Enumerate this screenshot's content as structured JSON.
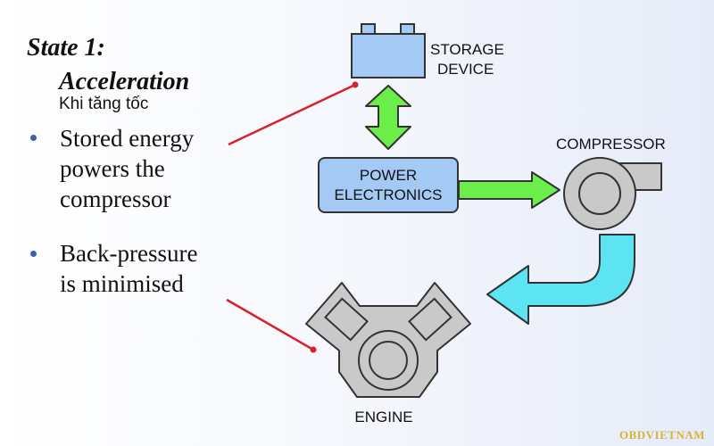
{
  "title": {
    "line1": "State 1:",
    "line2": "Acceleration"
  },
  "subtitle": "Khi tăng tốc",
  "bullets": [
    {
      "line1": "Stored energy",
      "line2": "powers the",
      "line3": "compressor"
    },
    {
      "line1": "Back-pressure",
      "line2": "is minimised"
    }
  ],
  "components": {
    "storage": {
      "line1": "STORAGE",
      "line2": "DEVICE"
    },
    "power_electronics": {
      "line1": "POWER",
      "line2": "ELECTRONICS"
    },
    "compressor": "COMPRESSOR",
    "engine": "ENGINE"
  },
  "colors": {
    "box_fill": "#a3c9f4",
    "green_arrow": "#6bee4a",
    "cyan_arrow": "#5de4f2",
    "pointer_line": "#d6222a",
    "component_gray": "#c9c9c9"
  },
  "watermark": "OBDVIETNAM"
}
